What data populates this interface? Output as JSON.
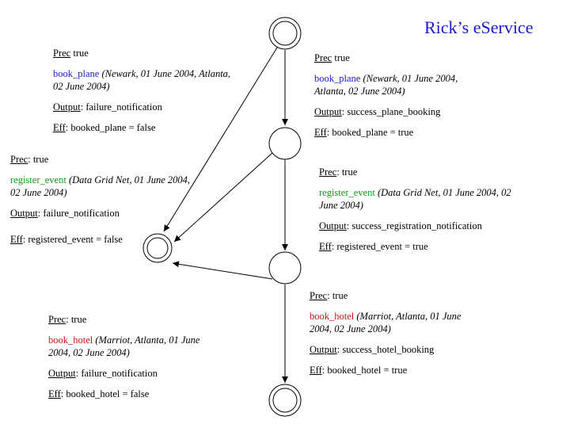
{
  "title": "Rick’s eService",
  "colors": {
    "title": "#1a1ad0",
    "book_plane": "#1a1ad0",
    "register_event": "#11a011",
    "book_hotel": "#cc1111",
    "line": "#000000"
  },
  "blocks": [
    {
      "id": "plane-fail",
      "prec_label": "Prec",
      "prec_value": " true",
      "action": "book_plane",
      "action_color": "#1a1ad0",
      "args_line1": "(Newark, 01 June 2004, Atlanta,",
      "args_line2": "02 June 2004)",
      "output_label": "Output",
      "output_value": ": failure_notification",
      "eff_label": "Eff",
      "eff_value": ": booked_plane = false"
    },
    {
      "id": "plane-success",
      "prec_label": "Prec",
      "prec_value": " true",
      "action": "book_plane",
      "action_color": "#1a1ad0",
      "args_line1": "(Newark, 01 June 2004,",
      "args_line2": "Atlanta, 02 June 2004)",
      "output_label": "Output",
      "output_value": ": success_plane_booking",
      "eff_label": "Eff",
      "eff_value": ": booked_plane = true"
    },
    {
      "id": "event-fail",
      "prec_label": "Prec",
      "prec_value": ": true",
      "action": "register_event",
      "action_color": "#11a011",
      "args_line1": "(Data Grid Net, 01 June 2004,",
      "args_line2": "02 June 2004)",
      "output_label": "Output",
      "output_value": ": failure_notification",
      "eff_label": "Eff",
      "eff_value": ": registered_event = false"
    },
    {
      "id": "event-success",
      "prec_label": "Prec",
      "prec_value": ": true",
      "action": "register_event",
      "action_color": "#11a011",
      "args_line1": "(Data Grid Net, 01 June 2004, 02",
      "args_line2": "June 2004)",
      "output_label": "Output",
      "output_value": ":  success_registration_notification",
      "eff_label": "Eff",
      "eff_value": ": registered_event = true"
    },
    {
      "id": "hotel-success",
      "prec_label": "Prec",
      "prec_value": ": true",
      "action": "book_hotel",
      "action_color": "#cc1111",
      "args_line1": "(Marriot, Atlanta, 01 June",
      "args_line2": "2004, 02 June 2004)",
      "output_label": "Output",
      "output_value": ": success_hotel_booking",
      "eff_label": "Eff",
      "eff_value": ": booked_hotel = true"
    },
    {
      "id": "hotel-fail",
      "prec_label": "Prec",
      "prec_value": ": true",
      "action": "book_hotel",
      "action_color": "#cc1111",
      "args_line1": "(Marriot, Atlanta, 01 June",
      "args_line2": "2004, 02 June 2004)",
      "output_label": "Output",
      "output_value": ": failure_notification",
      "eff_label": "Eff",
      "eff_value": ": booked_hotel = false"
    }
  ]
}
